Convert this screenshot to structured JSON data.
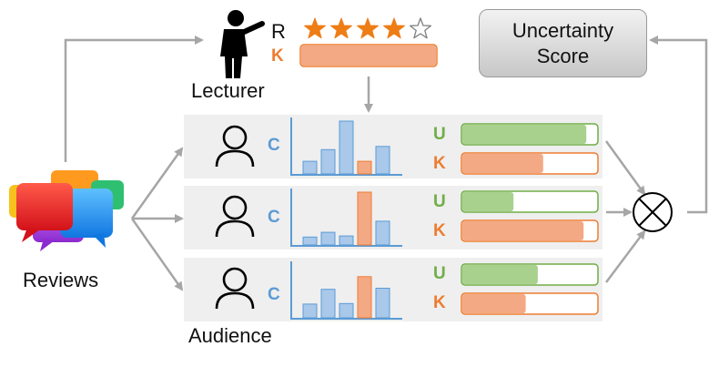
{
  "labels": {
    "lecturer": "Lecturer",
    "audience": "Audience",
    "reviews": "Reviews",
    "uncertainty_score": "Uncertainty Score",
    "r": "R",
    "k": "K",
    "c": "C",
    "u": "U"
  },
  "lecturer": {
    "rating": 4,
    "rating_max": 5,
    "k_fill": 1.0
  },
  "audience": [
    {
      "hist": [
        0.24,
        0.46,
        1.0,
        0.24,
        0.52
      ],
      "highlight": 3,
      "u_fill": 0.92,
      "k_fill": 0.6
    },
    {
      "hist": [
        0.15,
        0.24,
        0.17,
        1.0,
        0.45
      ],
      "highlight": 3,
      "u_fill": 0.38,
      "k_fill": 0.9
    },
    {
      "hist": [
        0.26,
        0.54,
        0.27,
        0.78,
        0.56
      ],
      "highlight": 3,
      "u_fill": 0.56,
      "k_fill": 0.47
    }
  ],
  "colors": {
    "star": "#ee7d16",
    "green_border": "#70ad47",
    "green_fill": "#a9d18e",
    "orange_border": "#ed7d31",
    "orange_fill": "#f4a985",
    "blue": "#5b9bd5",
    "blue_fill": "#a9c8ea",
    "arrow": "#a6a6a6"
  }
}
